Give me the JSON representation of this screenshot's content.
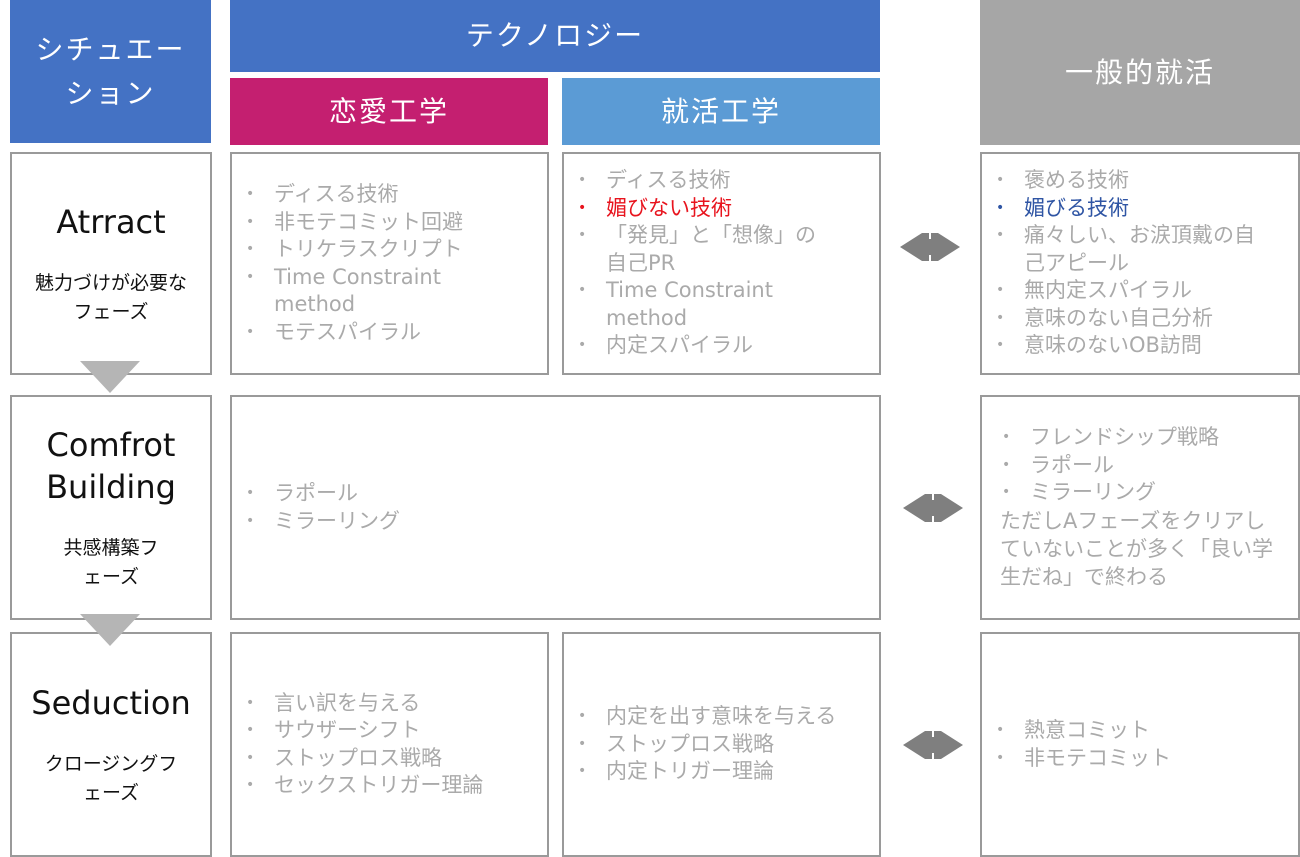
{
  "headers": {
    "situation": "シチュエーション",
    "technology": "テクノロジー",
    "love": "恋愛工学",
    "job": "就活工学",
    "general": "一般的就活"
  },
  "colors": {
    "blue": "#4472C4",
    "magenta": "#C41F70",
    "lightblue": "#5B9BD5",
    "gray": "#A6A6A6"
  },
  "rows": [
    {
      "title": "Atrract",
      "sub": "魅力づけが必要なフェーズ",
      "love": [
        "ディスる技術",
        "非モテコミット回避",
        "トリケラスクリプト",
        "Time Constraint method",
        "モテスパイラル"
      ],
      "job": [
        "ディスる技術",
        "媚びない技術",
        "「発見」と「想像」の自己PR",
        "Time Constraint method",
        "内定スパイラル"
      ],
      "general": [
        "褒める技術",
        "媚びる技術",
        "痛々しい、お涙頂戴の自己アピール",
        "無内定スパイラル",
        "意味のない自己分析",
        "意味のないOB訪問"
      ]
    },
    {
      "title": "Comfrot Building",
      "sub": "共感構築フェーズ",
      "shared": [
        "ラポール",
        "ミラーリング"
      ],
      "general": [
        "フレンドシップ戦略",
        "ラポール",
        "ミラーリング"
      ],
      "general_note": "ただしAフェーズをクリアしていないことが多く「良い学生だね」で終わる"
    },
    {
      "title": "Seduction",
      "sub": "クロージングフェーズ",
      "love": [
        "言い訳を与える",
        "サウザーシフト",
        "ストップロス戦略",
        "セックストリガー理論"
      ],
      "job": [
        "内定を出す意味を与える",
        "ストップロス戦略",
        "内定トリガー理論"
      ],
      "general": [
        "熱意コミット",
        "非モテコミット"
      ]
    }
  ]
}
